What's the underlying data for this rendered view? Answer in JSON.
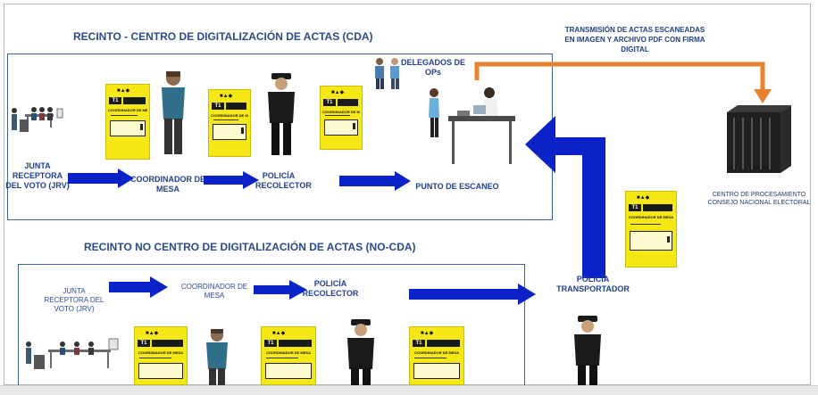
{
  "cda": {
    "title": "RECINTO - CENTRO DE DIGITALIZACIÓN DE ACTAS  (CDA)",
    "delegados": "DELEGADOS DE OPs",
    "labels": {
      "jrv": "JUNTA RECEPTORA DEL VOTO (JRV)",
      "coordinador": "COORDINADOR DE MESA",
      "policia": "POLICÍA RECOLECTOR",
      "escaneo": "PUNTO DE ESCANEO"
    }
  },
  "nocda": {
    "title": "RECINTO NO CENTRO DE DIGITALIZACIÓN DE ACTAS  (NO-CDA)",
    "labels": {
      "jrv": "JUNTA RECEPTORA DEL VOTO (JRV)",
      "coordinador": "COORDINADOR DE MESA",
      "policia": "POLICÍA RECOLECTOR"
    }
  },
  "transmision": "TRANSMISIÓN DE ACTAS ESCANEADAS EN IMAGEN Y ARCHIVO PDF CON FIRMA DIGITAL",
  "transportador": "POLICÍA TRANSPORTADOR",
  "centro": "CENTRO DE PROCESAMIENTO CONSEJO NACIONAL ELECTORAL",
  "acta": {
    "code": "T1",
    "role": "COORDINADOR DE MESA"
  },
  "colors": {
    "blue_arrow": "#0b22c8",
    "orange_line": "#e6822d",
    "acta_yellow": "#f6e815",
    "title_blue": "#2a4a8a"
  },
  "icons": [
    "ballot-box-icon",
    "person-icon",
    "police-icon",
    "server-icon",
    "computer-icon"
  ]
}
